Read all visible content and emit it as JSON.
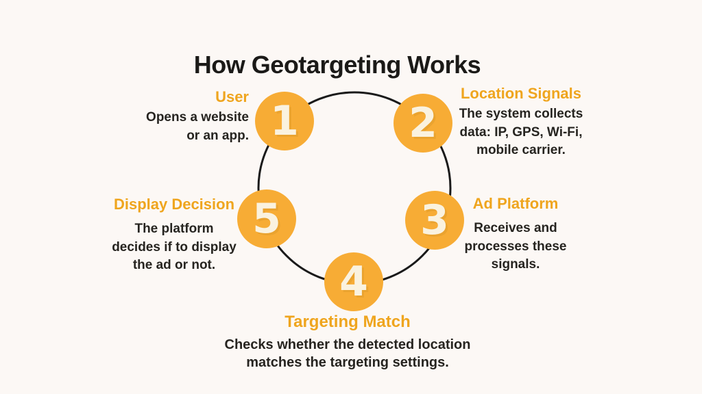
{
  "title": "How Geotargeting Works",
  "colors": {
    "background": "#FCF8F5",
    "heading_accent": "#EFA51E",
    "badge_fill": "#F7AC35",
    "badge_number": "#FAF2DF",
    "body_text": "#262420",
    "ring_stroke": "#1A1A1A"
  },
  "steps": [
    {
      "number": "1",
      "heading": "User",
      "body": "Opens a website\nor an app."
    },
    {
      "number": "2",
      "heading": "Location Signals",
      "body": "The system collects\ndata: IP, GPS, Wi-Fi,\nmobile carrier."
    },
    {
      "number": "3",
      "heading": "Ad Platform",
      "body": "Receives and\nprocesses these\nsignals."
    },
    {
      "number": "4",
      "heading": "Targeting Match",
      "body": "Checks whether the detected location\nmatches the targeting settings."
    },
    {
      "number": "5",
      "heading": "Display Decision",
      "body": "The platform\ndecides if to display\nthe ad or not."
    }
  ]
}
